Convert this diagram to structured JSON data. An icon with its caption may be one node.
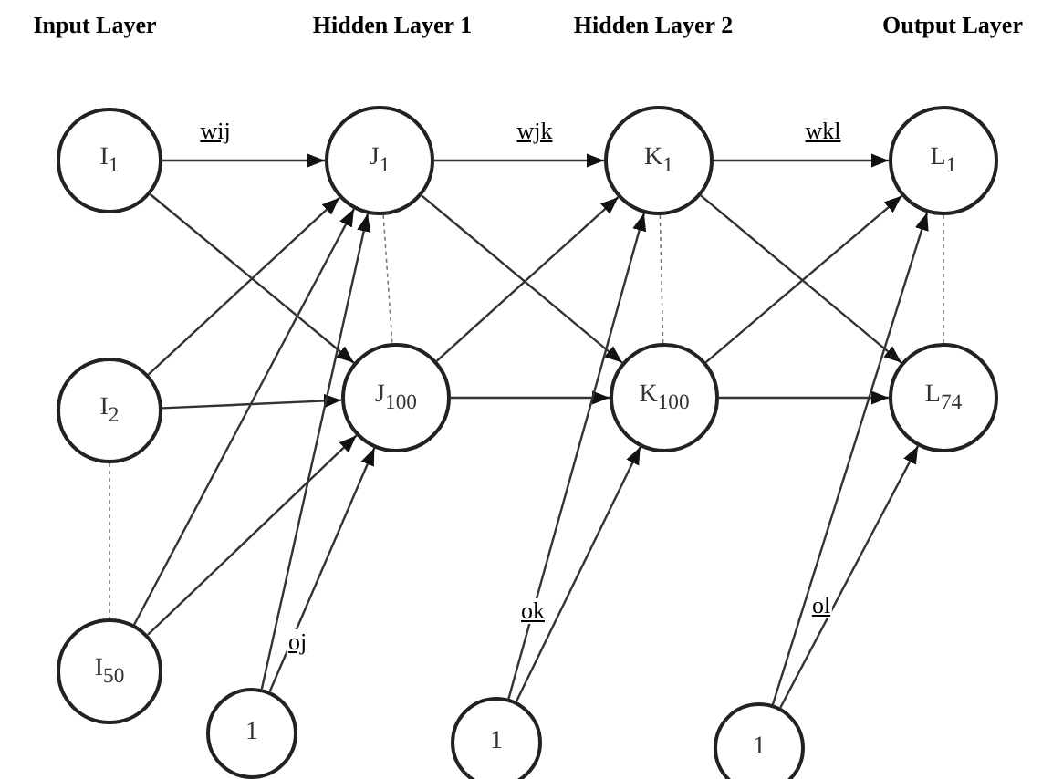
{
  "diagram": {
    "nodes": [
      {
        "text": [
          "I$_{1}$"
        ]
      },
      {
        "text": [
          "I$_{2}$"
        ]
      },
      {
        "text": [
          "I$_{50}$"
        ]
      },
      {
        "text": [
          "1"
        ]
      },
      {
        "text": [
          "J$_{1}$"
        ]
      },
      {
        "text": [
          "J$_{100}$"
        ]
      },
      {
        "text": [
          "1"
        ]
      },
      {
        "text": [
          "K$_{1}$"
        ]
      },
      {
        "text": [
          "K$_{100}$"
        ]
      },
      {
        "text": [
          "1"
        ]
      },
      {
        "text": [
          "L$_{1}$"
        ]
      },
      {
        "text": [
          "L$_{74}$"
        ]
      }
    ],
    "edges": [
      {
        "from": 0,
        "to": 4,
        "arrow": "to",
        "label": "wij"
      },
      {
        "from": 0,
        "to": 5,
        "arrow": "to"
      },
      {
        "from": 1,
        "to": 4,
        "arrow": "to"
      },
      {
        "from": 1,
        "to": 5,
        "arrow": "to"
      },
      {
        "from": 2,
        "to": 4,
        "arrow": "to"
      },
      {
        "from": 2,
        "to": 5,
        "arrow": "to"
      },
      {
        "from": 3,
        "to": 4,
        "arrow": "to"
      },
      {
        "from": 3,
        "to": 5,
        "arrow": "to",
        "label": "oj"
      },
      {
        "from": 4,
        "to": 7,
        "arrow": "to",
        "label": "wjk"
      },
      {
        "from": 4,
        "to": 8,
        "arrow": "to"
      },
      {
        "from": 5,
        "to": 7,
        "arrow": "to"
      },
      {
        "from": 5,
        "to": 8,
        "arrow": "to"
      },
      {
        "from": 6,
        "to": 7,
        "arrow": "to"
      },
      {
        "from": 6,
        "to": 8,
        "arrow": "to",
        "label": "ok"
      },
      {
        "from": 7,
        "to": 10,
        "arrow": "to",
        "label": "wkl"
      },
      {
        "from": 7,
        "to": 11,
        "arrow": "to"
      },
      {
        "from": 8,
        "to": 10,
        "arrow": "to"
      },
      {
        "from": 8,
        "to": 11,
        "arrow": "to"
      },
      {
        "from": 9,
        "to": 10,
        "arrow": "to"
      },
      {
        "from": 9,
        "to": 11,
        "arrow": "to",
        "label": "ol"
      },
      {
        "from": 1,
        "to": 2,
        "arrow": "none",
        "style": "dashed"
      },
      {
        "from": 4,
        "to": 5,
        "arrow": "none",
        "style": "dashed"
      },
      {
        "from": 7,
        "to": 8,
        "arrow": "none",
        "style": "dashed"
      },
      {
        "from": 10,
        "to": 11,
        "arrow": "none",
        "style": "dashed"
      }
    ],
    "labels": [
      "Input Layer",
      "Hidden Layer 1",
      "Hidden Layer 2",
      "Output Layer"
    ]
  }
}
